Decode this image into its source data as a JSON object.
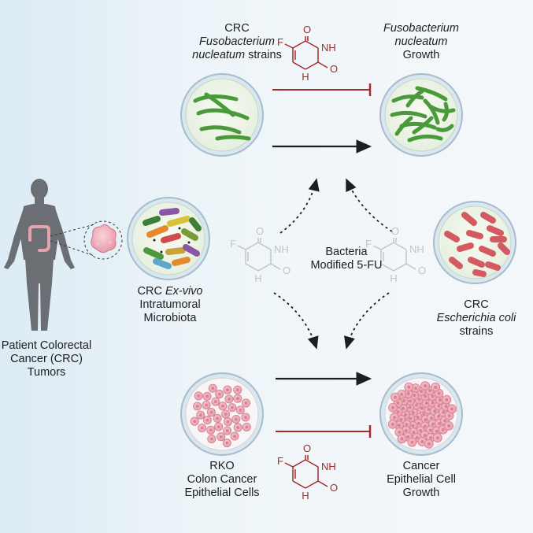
{
  "labels": {
    "fn_strains": {
      "line1": "CRC",
      "line2": "Fusobacterium",
      "line3_italic": "nucleatum",
      "line3_plain": " strains"
    },
    "fn_growth": {
      "line1": "Fusobacterium",
      "line2": "nucleatum",
      "line3": "Growth"
    },
    "exvivo": {
      "line1_plain": "CRC ",
      "line1_italic": "Ex-vivo",
      "line2": "Intratumoral",
      "line3": "Microbiota"
    },
    "patient": {
      "line1": "Patient Colorectal",
      "line2": "Cancer (CRC)",
      "line3": "Tumors"
    },
    "modified": {
      "line1": "Bacteria",
      "line2": "Modified 5-FU"
    },
    "ecoli": {
      "line1": "CRC",
      "line2": "Escherichia coli",
      "line3": "strains"
    },
    "rko": {
      "line1": "RKO",
      "line2": "Colon Cancer",
      "line3": "Epithelial Cells"
    },
    "cancer_growth": {
      "line1": "Cancer",
      "line2": "Epithelial Cell",
      "line3": "Growth"
    }
  },
  "molecule_atoms": {
    "F": "F",
    "O": "O",
    "NH": "NH",
    "H": "H"
  },
  "colors": {
    "inhibit": "#a72a2a",
    "activate": "#1e1e1e",
    "fuso": "#4a9a3c",
    "ecoli": "#d25b62",
    "cell": "#eaa7b3",
    "faded_molecule": "#c4c4c4"
  }
}
